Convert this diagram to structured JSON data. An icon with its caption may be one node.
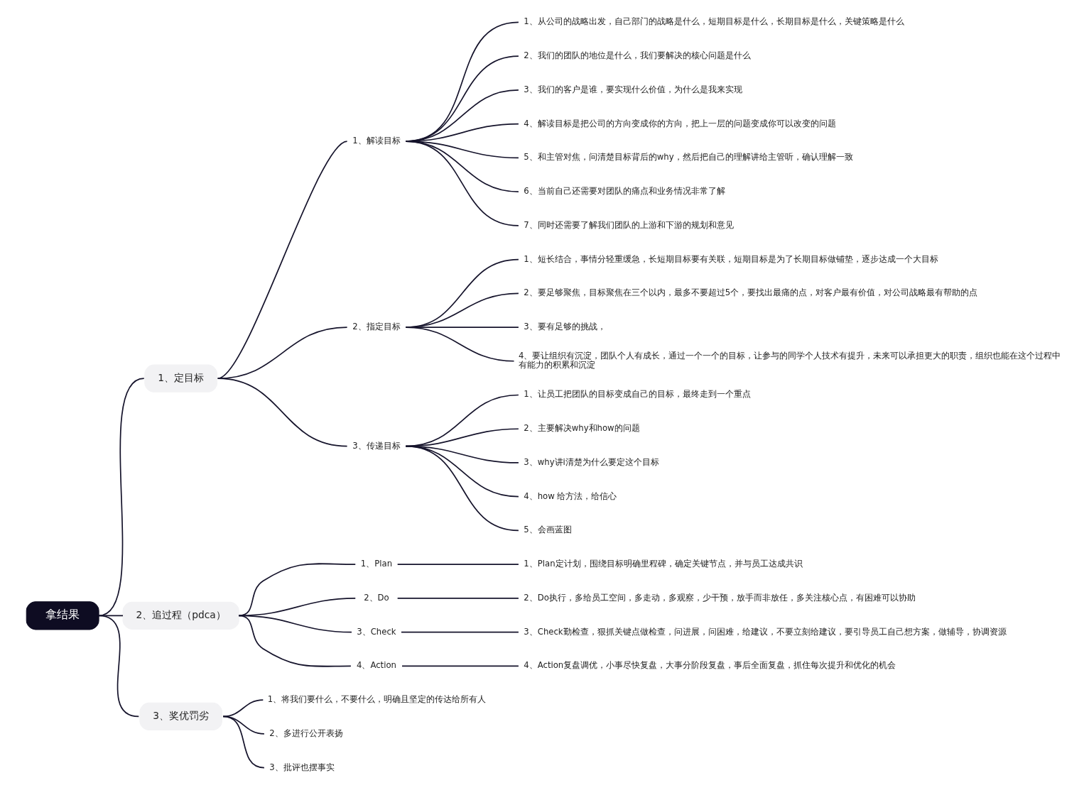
{
  "diagram": {
    "nodes": [
      {
        "text": [
          "拿结果"
        ]
      },
      {
        "text": [
          "1、定目标"
        ]
      },
      {
        "text": [
          "1、解读目标"
        ]
      },
      {
        "text": [
          "1、从公司的战略出发，自己部门的战略是什么，短期目标是什么，长期目标是什么，关键策略是什么"
        ]
      },
      {
        "text": [
          "2、我们的团队的地位是什么，我们要解决的核心问题是什么"
        ]
      },
      {
        "text": [
          "3、我们的客户是谁，要实现什么价值，为什么是我来实现"
        ]
      },
      {
        "text": [
          "4、解读目标是把公司的方向变成你的方向，把上一层的问题变成你可以改变的问题"
        ]
      },
      {
        "text": [
          "5、和主管对焦，问清楚目标背后的why，然后把自己的理解讲给主管听，确认理解一致"
        ]
      },
      {
        "text": [
          "6、当前自己还需要对团队的痛点和业务情况非常了解"
        ]
      },
      {
        "text": [
          "7、同时还需要了解我们团队的上游和下游的规划和意见"
        ]
      },
      {
        "text": [
          "2、指定目标"
        ]
      },
      {
        "text": [
          "1、短长结合，事情分轻重缓急，长短期目标要有关联，短期目标是为了长期目标做铺垫，逐步达成一个大目标"
        ]
      },
      {
        "text": [
          "2、要足够聚焦，目标聚焦在三个以内，最多不要超过5个，要找出最痛的点，对客户最有价值，对公司战略最有帮助的点"
        ]
      },
      {
        "text": [
          "3、要有足够的挑战，"
        ]
      },
      {
        "text": [
          "4、要让组织有沉淀，团队个人有成长，通过一个一个的目标，让参与的同学个人技术有提升，未来可以承担更大的职责，组织也能在这个过程中有能力的积累和沉淀"
        ]
      },
      {
        "text": [
          "3、传递目标"
        ]
      },
      {
        "text": [
          "1、让员工把团队的目标变成自己的目标，最终走到一个重点"
        ]
      },
      {
        "text": [
          "2、主要解决why和how的问题"
        ]
      },
      {
        "text": [
          "3、why讲i清楚为什么要定这个目标"
        ]
      },
      {
        "text": [
          "4、how 给方法，给信心"
        ]
      },
      {
        "text": [
          "5、会画蓝图"
        ]
      },
      {
        "text": [
          "2、追过程（pdca）"
        ]
      },
      {
        "text": [
          "1、Plan"
        ]
      },
      {
        "text": [
          "1、Plan定计划，围绕目标明确里程碑，确定关键节点，并与员工达成共识"
        ]
      },
      {
        "text": [
          "2、Do"
        ]
      },
      {
        "text": [
          "2、Do执行，多给员工空间，多走动，多观察，少干预，放手而非放任，多关注核心点，有困难可以协助"
        ]
      },
      {
        "text": [
          "3、Check"
        ]
      },
      {
        "text": [
          "3、Check勤检查，狠抓关键点做检查，问进展，问困难，给建议，不要立刻给建议，要引导员工自己想方案，做辅导，协调资源"
        ]
      },
      {
        "text": [
          "4、Action"
        ]
      },
      {
        "text": [
          "4、Action复盘调优，小事尽快复盘，大事分阶段复盘，事后全面复盘，抓住每次提升和优化的机会"
        ]
      },
      {
        "text": [
          "3、奖优罚劣"
        ]
      },
      {
        "text": [
          "1、将我们要什么，不要什么，明确且坚定的传达给所有人"
        ]
      },
      {
        "text": [
          "2、多进行公开表扬"
        ]
      },
      {
        "text": [
          "3、批评也摆事实"
        ]
      }
    ],
    "edges": [
      {
        "from": 0,
        "to": 1,
        "arrow": "none"
      },
      {
        "from": 1,
        "to": 2,
        "arrow": "none"
      },
      {
        "from": 2,
        "to": 3,
        "arrow": "none"
      },
      {
        "from": 2,
        "to": 4,
        "arrow": "none"
      },
      {
        "from": 2,
        "to": 5,
        "arrow": "none"
      },
      {
        "from": 2,
        "to": 6,
        "arrow": "none"
      },
      {
        "from": 2,
        "to": 7,
        "arrow": "none"
      },
      {
        "from": 2,
        "to": 8,
        "arrow": "none"
      },
      {
        "from": 2,
        "to": 9,
        "arrow": "none"
      },
      {
        "from": 1,
        "to": 10,
        "arrow": "none"
      },
      {
        "from": 10,
        "to": 11,
        "arrow": "none"
      },
      {
        "from": 10,
        "to": 12,
        "arrow": "none"
      },
      {
        "from": 10,
        "to": 13,
        "arrow": "none"
      },
      {
        "from": 10,
        "to": 14,
        "arrow": "none"
      },
      {
        "from": 1,
        "to": 15,
        "arrow": "none"
      },
      {
        "from": 15,
        "to": 16,
        "arrow": "none"
      },
      {
        "from": 15,
        "to": 17,
        "arrow": "none"
      },
      {
        "from": 15,
        "to": 18,
        "arrow": "none"
      },
      {
        "from": 15,
        "to": 19,
        "arrow": "none"
      },
      {
        "from": 15,
        "to": 20,
        "arrow": "none"
      },
      {
        "from": 0,
        "to": 21,
        "arrow": "none"
      },
      {
        "from": 21,
        "to": 22,
        "arrow": "none"
      },
      {
        "from": 22,
        "to": 23,
        "arrow": "none"
      },
      {
        "from": 21,
        "to": 24,
        "arrow": "none"
      },
      {
        "from": 24,
        "to": 25,
        "arrow": "none"
      },
      {
        "from": 21,
        "to": 26,
        "arrow": "none"
      },
      {
        "from": 26,
        "to": 27,
        "arrow": "none"
      },
      {
        "from": 21,
        "to": 28,
        "arrow": "none"
      },
      {
        "from": 28,
        "to": 29,
        "arrow": "none"
      },
      {
        "from": 0,
        "to": 30,
        "arrow": "none"
      },
      {
        "from": 30,
        "to": 31,
        "arrow": "none"
      },
      {
        "from": 30,
        "to": 32,
        "arrow": "none"
      },
      {
        "from": 30,
        "to": 33,
        "arrow": "none"
      }
    ]
  }
}
